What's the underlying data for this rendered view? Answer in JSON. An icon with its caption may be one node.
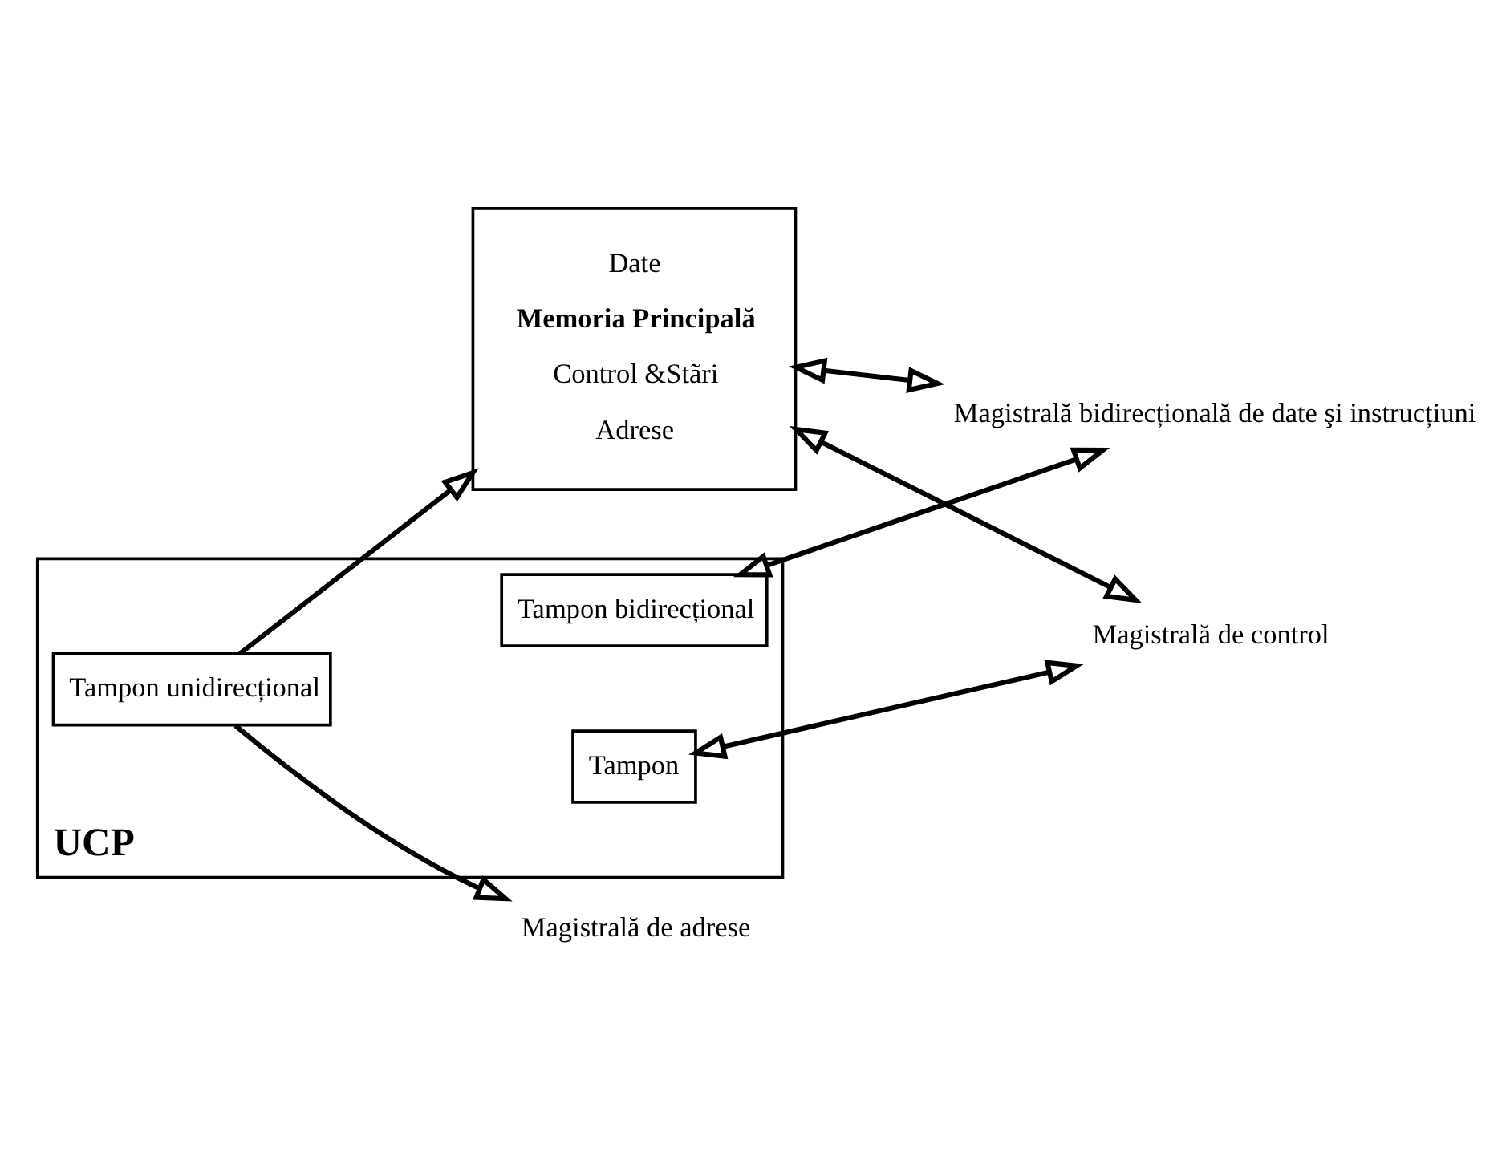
{
  "diagram": {
    "nodes": [
      {
        "text": [
          "UCP"
        ]
      },
      {
        "text": [
          "Tampon bidirecțional"
        ],
        "in": 0
      },
      {
        "text": [
          "Tampon"
        ],
        "in": 0
      },
      {
        "text": [
          "Tampon unidirecțional"
        ],
        "in": 0
      },
      {
        "text": [
          "Date",
          "Memoria Principală",
          "Control &Stãri",
          "Adrese"
        ]
      },
      {
        "text": [
          "Magistrală bidirecțională de date şi instrucțiuni"
        ]
      },
      {
        "text": [
          "Magistrală de adrese"
        ]
      },
      {
        "text": [
          "Magistrală de control"
        ]
      }
    ],
    "edges": [
      {
        "from": 1,
        "to": 5,
        "arrow": "both"
      },
      {
        "from": 4,
        "to": 5,
        "arrow": "both"
      },
      {
        "from": 3,
        "to": 6,
        "arrow": "to"
      },
      {
        "from": 3,
        "to": 4,
        "arrow": "to"
      },
      {
        "from": 2,
        "to": 7,
        "arrow": "both"
      },
      {
        "from": 4,
        "to": 7,
        "arrow": "both"
      }
    ]
  }
}
